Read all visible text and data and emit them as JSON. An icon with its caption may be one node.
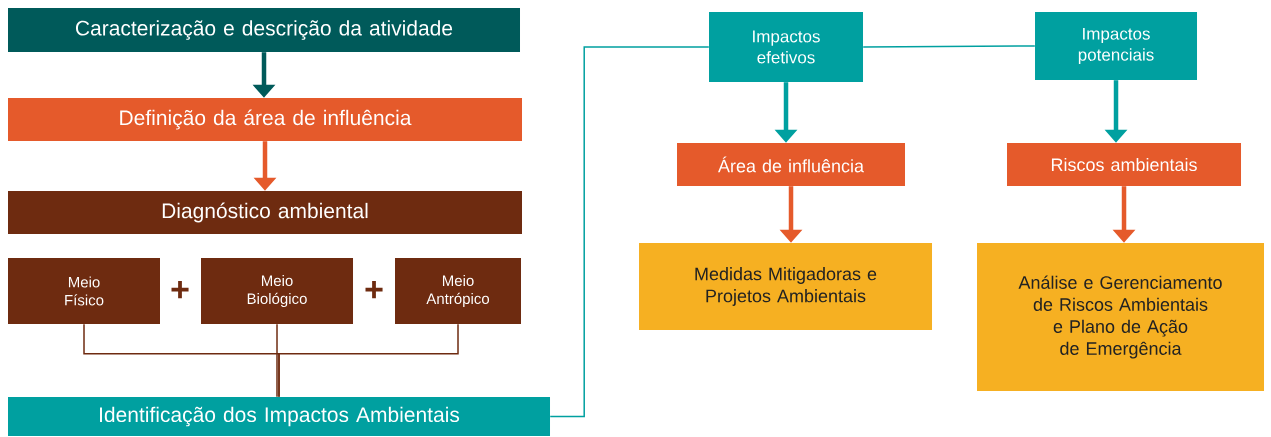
{
  "diagram": {
    "nodes": [
      {
        "text": [
          "Caracterização e descrição da atividade"
        ]
      },
      {
        "text": [
          "Definição da área de influência"
        ]
      },
      {
        "text": [
          "Diagnóstico ambiental"
        ]
      },
      {
        "text": [
          "Meio Físico"
        ]
      },
      {
        "text": [
          "Meio Biológico"
        ]
      },
      {
        "text": [
          "Meio Antrópico"
        ]
      },
      {
        "text": [
          "Identificação dos Impactos Ambientais"
        ]
      },
      {
        "text": [
          "Impactos efetivos"
        ]
      },
      {
        "text": [
          "Impactos potenciais"
        ]
      },
      {
        "text": [
          "Área de influência"
        ]
      },
      {
        "text": [
          "Riscos ambientais"
        ]
      },
      {
        "text": [
          "Medidas Mitigadoras e Projetos Ambientais"
        ]
      },
      {
        "text": [
          "Análise e Gerenciamento de Riscos Ambientais e Plano de Ação de Emergência"
        ]
      }
    ],
    "edges": [
      {
        "from": 0,
        "to": 1,
        "arrow": "to",
        "color": "#005a5a"
      },
      {
        "from": 1,
        "to": 2,
        "arrow": "to",
        "color": "#e55a2b"
      },
      {
        "from": 3,
        "to": 6,
        "arrow": "none",
        "color": "#6e2b10"
      },
      {
        "from": 4,
        "to": 6,
        "arrow": "none",
        "color": "#6e2b10"
      },
      {
        "from": 5,
        "to": 6,
        "arrow": "none",
        "color": "#6e2b10"
      },
      {
        "from": 6,
        "to": 7,
        "arrow": "none",
        "color": "#00a0a0"
      },
      {
        "from": 7,
        "to": 8,
        "arrow": "none",
        "color": "#00a0a0"
      },
      {
        "from": 7,
        "to": 9,
        "arrow": "to",
        "color": "#00a0a0"
      },
      {
        "from": 8,
        "to": 10,
        "arrow": "to",
        "color": "#00a0a0"
      },
      {
        "from": 9,
        "to": 11,
        "arrow": "to",
        "color": "#e55a2b"
      },
      {
        "from": 10,
        "to": 12,
        "arrow": "to",
        "color": "#e55a2b"
      }
    ],
    "labels": [
      "+",
      "+"
    ]
  }
}
